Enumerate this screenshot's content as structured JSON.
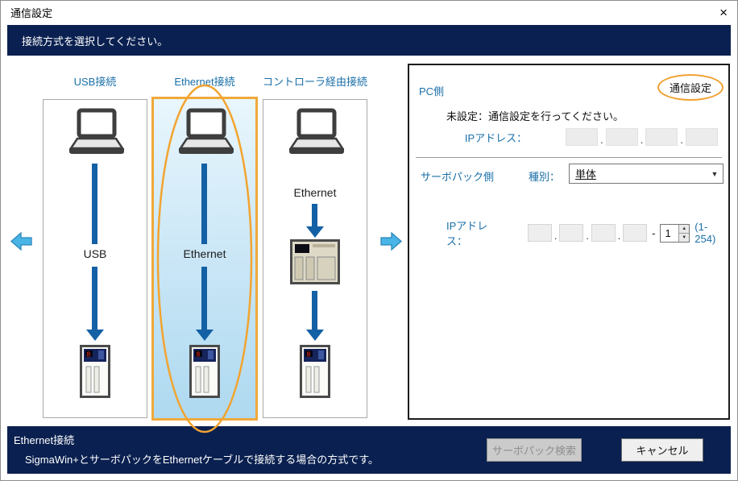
{
  "window": {
    "title": "通信設定",
    "close_glyph": "×"
  },
  "header": {
    "prompt": "接続方式を選択してください。"
  },
  "columns": [
    {
      "title": "USB接続",
      "cable_label": "USB",
      "selected": false
    },
    {
      "title": "Ethernet接続",
      "cable_label": "Ethernet",
      "selected": true
    },
    {
      "title": "コントローラ経由接続",
      "cable_label": "Ethernet",
      "selected": false
    }
  ],
  "panel": {
    "pc_side_label": "PC側",
    "comm_settings_button": "通信設定",
    "status_message": "未設定：通信設定を行ってください。",
    "pc_ip_label": "IPアドレス：",
    "ip_separator": ".",
    "servo_side_label": "サーボパック側",
    "type_label": "種別：",
    "type_value": "単体",
    "servo_ip_label": "IPアドレス：",
    "dash": "-",
    "axis_value": "1",
    "range_hint": "(1-254)"
  },
  "footer": {
    "title": "Ethernet接続",
    "description": "SigmaWin+とサーボパックをEthernetケーブルで接続する場合の方式です。",
    "search_button": "サーボパック検索",
    "cancel_button": "キャンセル"
  },
  "icons": {
    "dropdown": "▼",
    "spin_up": "▲",
    "spin_down": "▼"
  },
  "colors": {
    "header_navy": "#0a2050",
    "label_blue": "#1a6fa8",
    "arrow_blue": "#1460a5",
    "nav_arrow_blue": "#49b4e6",
    "highlight_orange": "#f0a030",
    "selected_fill": "#cde8f7"
  }
}
